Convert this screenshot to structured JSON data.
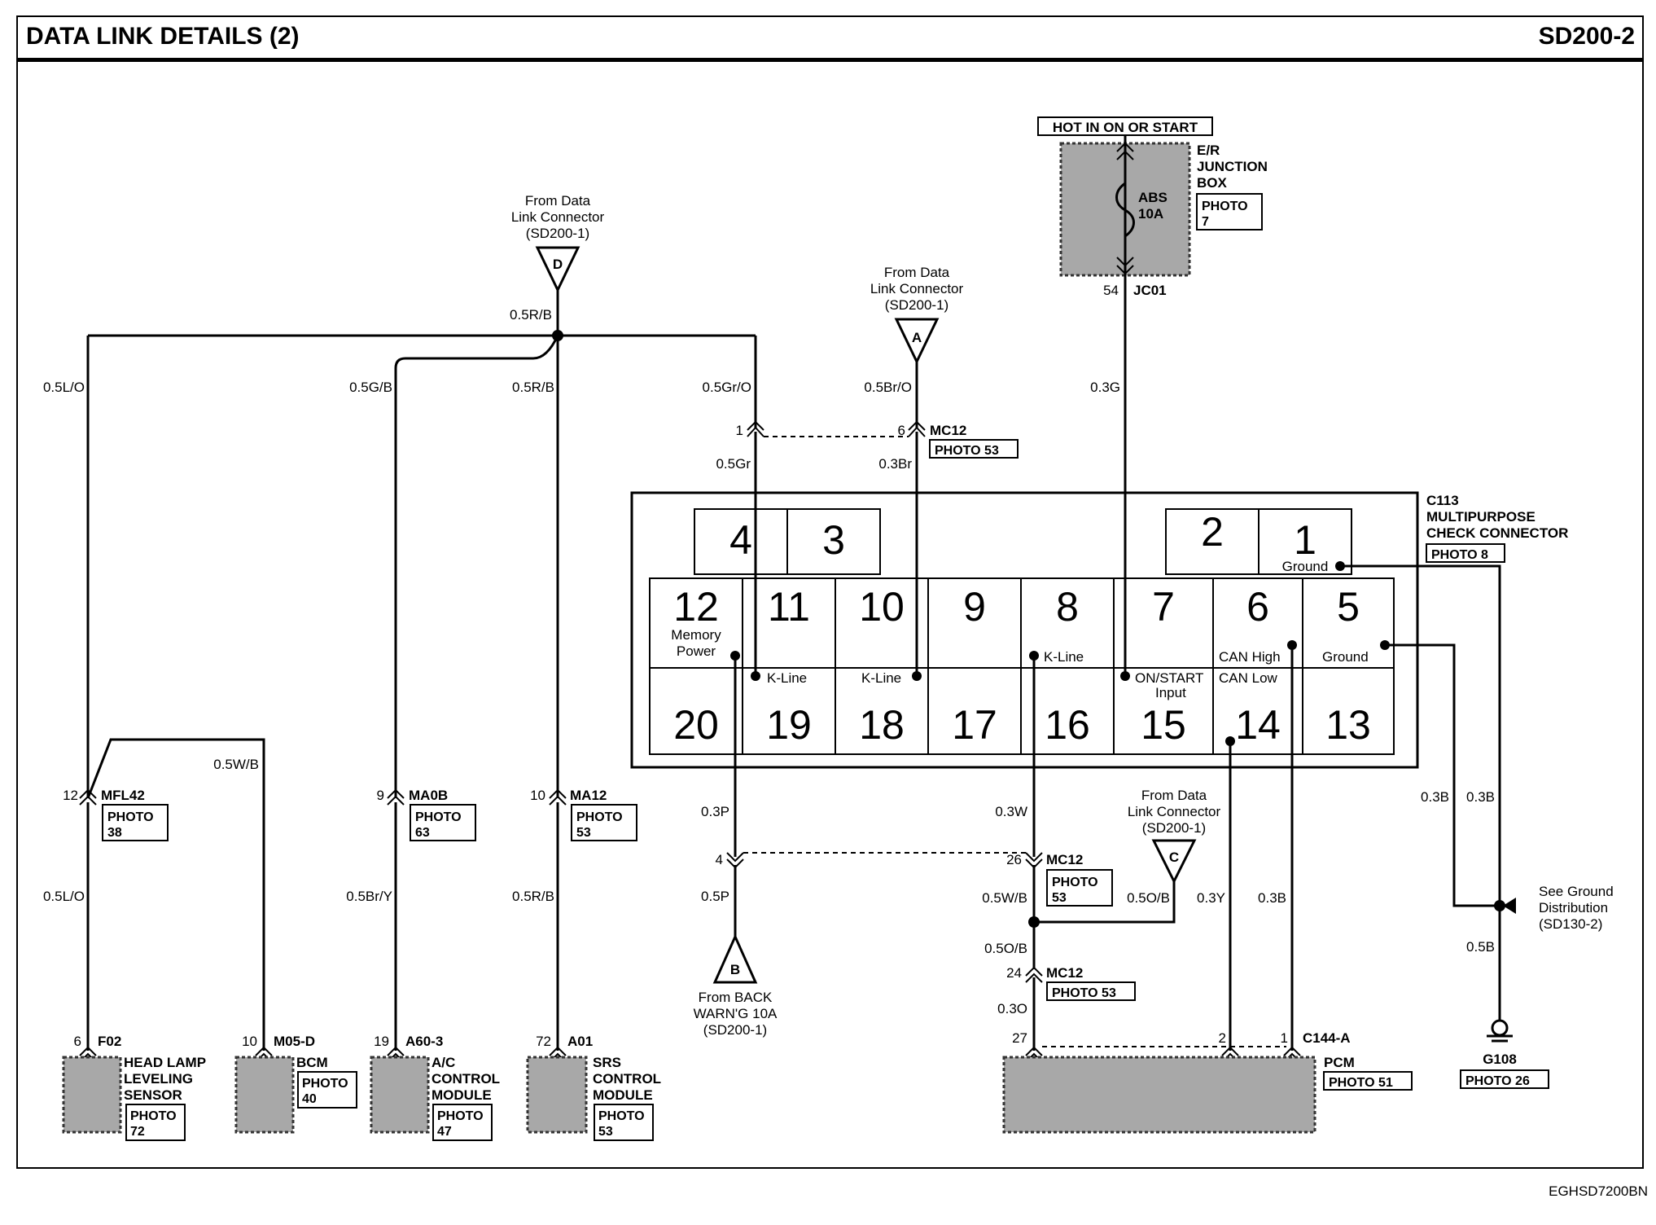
{
  "header": {
    "title": "DATA LINK DETAILS (2)",
    "page_id": "SD200-2"
  },
  "footer": {
    "code": "EGHSD7200BN"
  },
  "connector_refs": {
    "D": {
      "letter": "D",
      "line1": "From Data",
      "line2": "Link Connector",
      "line3": "(SD200-1)"
    },
    "A": {
      "letter": "A",
      "line1": "From Data",
      "line2": "Link Connector",
      "line3": "(SD200-1)"
    },
    "C": {
      "letter": "C",
      "line1": "From Data",
      "line2": "Link Connector",
      "line3": "(SD200-1)"
    },
    "B": {
      "letter": "B",
      "line1": "From BACK",
      "line2": "WARN'G 10A",
      "line3": "(SD200-1)"
    }
  },
  "junction_box": {
    "hot_label": "HOT IN ON OR START",
    "name_line1": "E/R",
    "name_line2": "JUNCTION",
    "name_line3": "BOX",
    "photo_label": "PHOTO",
    "photo_num": "7",
    "fuse_line1": "ABS",
    "fuse_line2": "10A",
    "pin": "54",
    "connector": "JC01"
  },
  "check_connector": {
    "line1": "C113",
    "line2": "MULTIPURPOSE",
    "line3": "CHECK CONNECTOR",
    "photo": "PHOTO 8",
    "pins": {
      "p1": "1",
      "p2": "2",
      "p3": "3",
      "p4": "4",
      "p5": "5",
      "p6": "6",
      "p7": "7",
      "p8": "8",
      "p9": "9",
      "p10": "10",
      "p11": "11",
      "p12": "12",
      "p13": "13",
      "p14": "14",
      "p15": "15",
      "p16": "16",
      "p17": "17",
      "p18": "18",
      "p19": "19",
      "p20": "20"
    },
    "labels": {
      "ground1": "Ground",
      "memory1": "Memory",
      "memory2": "Power",
      "kline19": "K-Line",
      "kline18": "K-Line",
      "kline8": "K-Line",
      "onstart1": "ON/START",
      "onstart2": "Input",
      "canhigh": "CAN High",
      "canlow": "CAN Low",
      "ground5": "Ground"
    }
  },
  "wires": {
    "w_05RB_top": "0.5R/B",
    "w_05LO_top": "0.5L/O",
    "w_05GB": "0.5G/B",
    "w_05RB_mid": "0.5R/B",
    "w_05GrO": "0.5Gr/O",
    "w_05BrO": "0.5Br/O",
    "w_03G": "0.3G",
    "w_05Gr": "0.5Gr",
    "w_03Br": "0.3Br",
    "w_05WB_left": "0.5W/B",
    "w_05LO_bot": "0.5L/O",
    "w_05BrY": "0.5Br/Y",
    "w_05RB_bot": "0.5R/B",
    "w_03P": "0.3P",
    "w_05P": "0.5P",
    "w_03W": "0.3W",
    "w_05WB_right": "0.5W/B",
    "w_05OB_c": "0.5O/B",
    "w_05OB": "0.5O/B",
    "w_03O": "0.3O",
    "w_03Y": "0.3Y",
    "w_03B_pcm": "0.3B",
    "w_03B_a": "0.3B",
    "w_03B_b": "0.3B",
    "w_05B": "0.5B"
  },
  "inline_connectors": {
    "mfl42": {
      "pin": "12",
      "name": "MFL42",
      "photo": "PHOTO",
      "num": "38"
    },
    "ma0b": {
      "pin": "9",
      "name": "MA0B",
      "photo": "PHOTO",
      "num": "63"
    },
    "ma12": {
      "pin": "10",
      "name": "MA12",
      "photo": "PHOTO",
      "num": "53"
    },
    "mc12_top": {
      "pin_left": "1",
      "pin_right": "6",
      "name": "MC12",
      "photo": "PHOTO 53"
    },
    "mc12_mid": {
      "pin_left": "4",
      "pin_right": "26",
      "name": "MC12",
      "photo": "PHOTO",
      "num": "53"
    },
    "mc12_low": {
      "pin": "24",
      "name": "MC12",
      "photo": "PHOTO 53"
    }
  },
  "components": {
    "headlamp": {
      "pin": "6",
      "conn": "F02",
      "line1": "HEAD LAMP",
      "line2": "LEVELING",
      "line3": "SENSOR",
      "photo": "PHOTO",
      "num": "72"
    },
    "bcm": {
      "pin": "10",
      "conn": "M05-D",
      "line1": "BCM",
      "photo": "PHOTO",
      "num": "40"
    },
    "ac": {
      "pin": "19",
      "conn": "A60-3",
      "line1": "A/C",
      "line2": "CONTROL",
      "line3": "MODULE",
      "photo": "PHOTO",
      "num": "47"
    },
    "srs": {
      "pin": "72",
      "conn": "A01",
      "line1": "SRS",
      "line2": "CONTROL",
      "line3": "MODULE",
      "photo": "PHOTO",
      "num": "53"
    },
    "pcm": {
      "pin27": "27",
      "pin2": "2",
      "pin1": "1",
      "conn": "C144-A",
      "line1": "PCM",
      "photo": "PHOTO 51"
    },
    "ground": {
      "name": "G108",
      "photo": "PHOTO 26"
    }
  },
  "ground_dist": {
    "line1": "See Ground",
    "line2": "Distribution",
    "line3": "(SD130-2)"
  }
}
